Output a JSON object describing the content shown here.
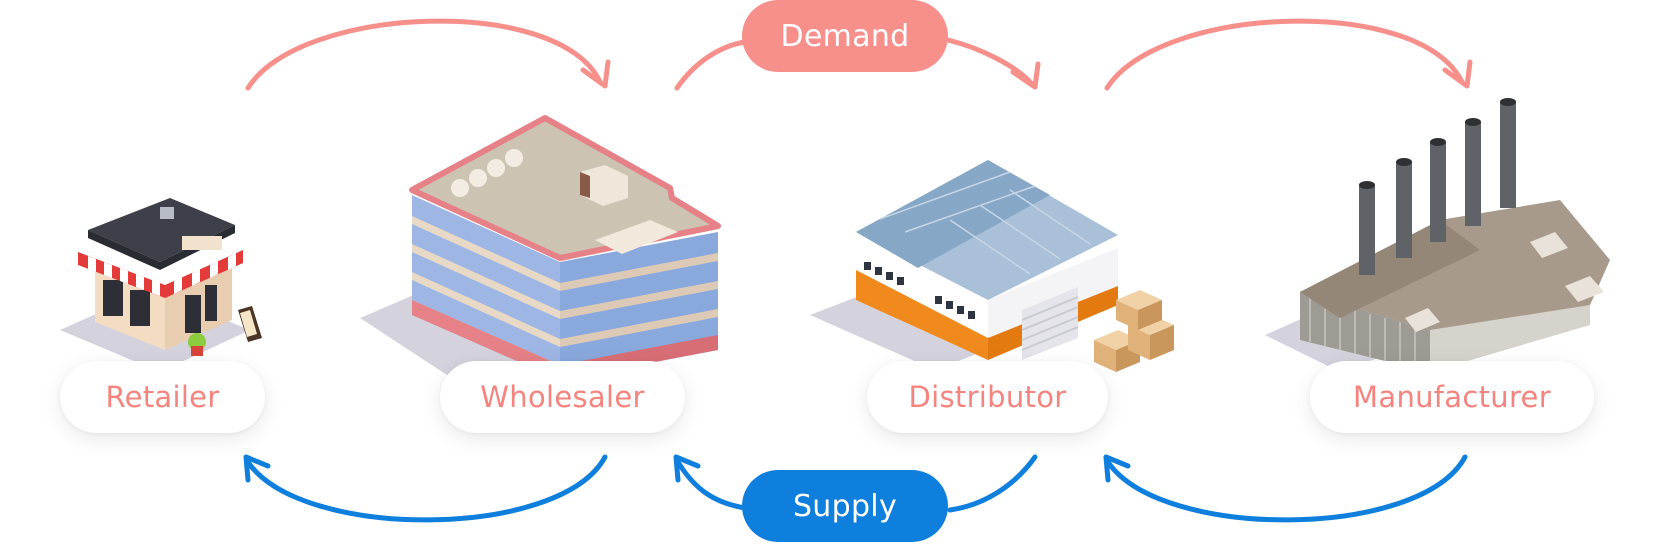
{
  "nodes": [
    {
      "label": "Retailer",
      "icon": "retail-shop-icon"
    },
    {
      "label": "Wholesaler",
      "icon": "wholesale-building-icon"
    },
    {
      "label": "Distributor",
      "icon": "distribution-warehouse-icon"
    },
    {
      "label": "Manufacturer",
      "icon": "factory-icon"
    }
  ],
  "flows": {
    "demand": {
      "label": "Demand",
      "color": "#f78f8b",
      "direction": "Retailer → Wholesaler → Distributor → Manufacturer"
    },
    "supply": {
      "label": "Supply",
      "color": "#0f7fde",
      "direction": "Manufacturer → Distributor → Wholesaler → Retailer"
    }
  },
  "colors": {
    "node_label": "#f5847f",
    "pill_background": "#ffffff"
  }
}
